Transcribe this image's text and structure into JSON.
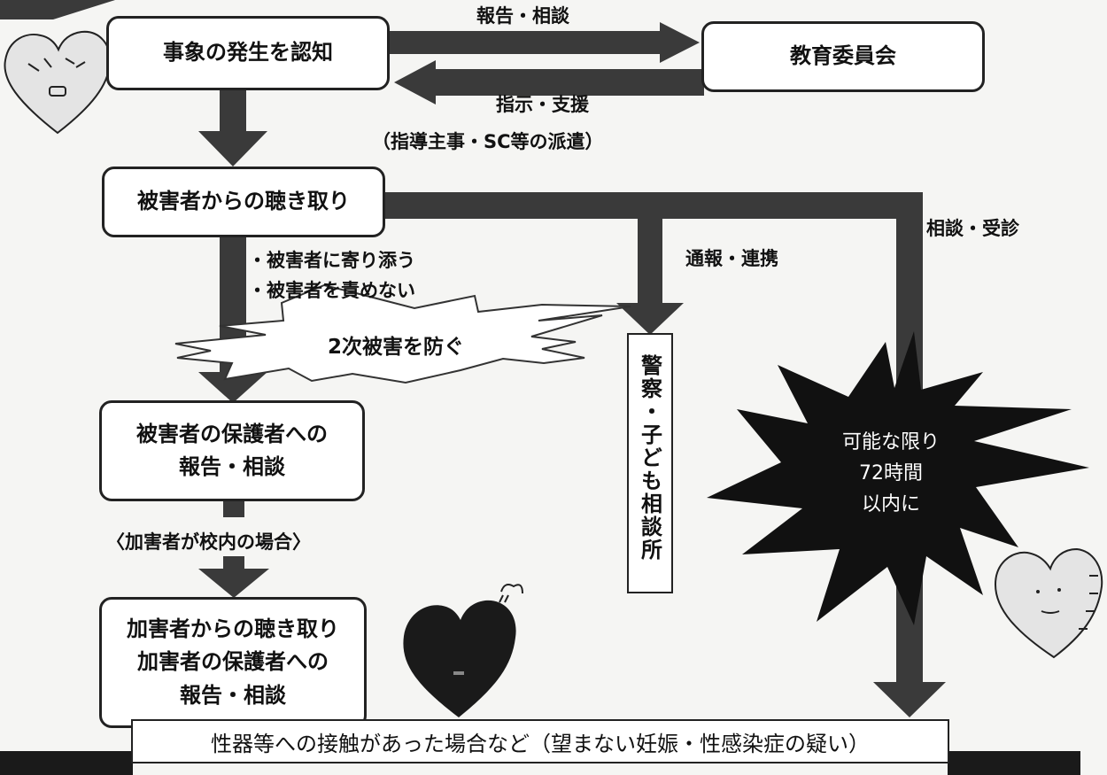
{
  "nodes": {
    "recognize": "事象の発生を認知",
    "board": "教育委員会",
    "victim_hearing": "被害者からの聴き取り",
    "victim_guardian_line1": "被害者の保護者への",
    "victim_guardian_line2": "報告・相談",
    "perp_line1": "加害者からの聴き取り",
    "perp_line2": "加害者の保護者への",
    "perp_line3": "報告・相談",
    "police": "警察・子ども相談所",
    "bottom": "性器等への接触があった場合など（望まない妊娠・性感染症の疑い）"
  },
  "labels": {
    "report_consult_top": "報告・相談",
    "instruct_support": "指示・支援",
    "dispatch": "（指導主事・SC等の派遣）",
    "consult_exam": "相談・受診",
    "notify_cooperate": "通報・連携",
    "support_victim_1": "・被害者に寄り添う",
    "support_victim_2": "・被害者を責めない",
    "secondary_damage": "2次被害を防ぐ",
    "within_72_line1": "可能な限り",
    "within_72_line2": "72時間",
    "within_72_line3": "以内に",
    "if_perp_in_school": "〈加害者が校内の場合〉"
  },
  "colors": {
    "arrow": "#3a3a3a",
    "starburst": "#111111",
    "heart_dark": "#1a1a1a",
    "heart_light": "#e4e4e4"
  }
}
